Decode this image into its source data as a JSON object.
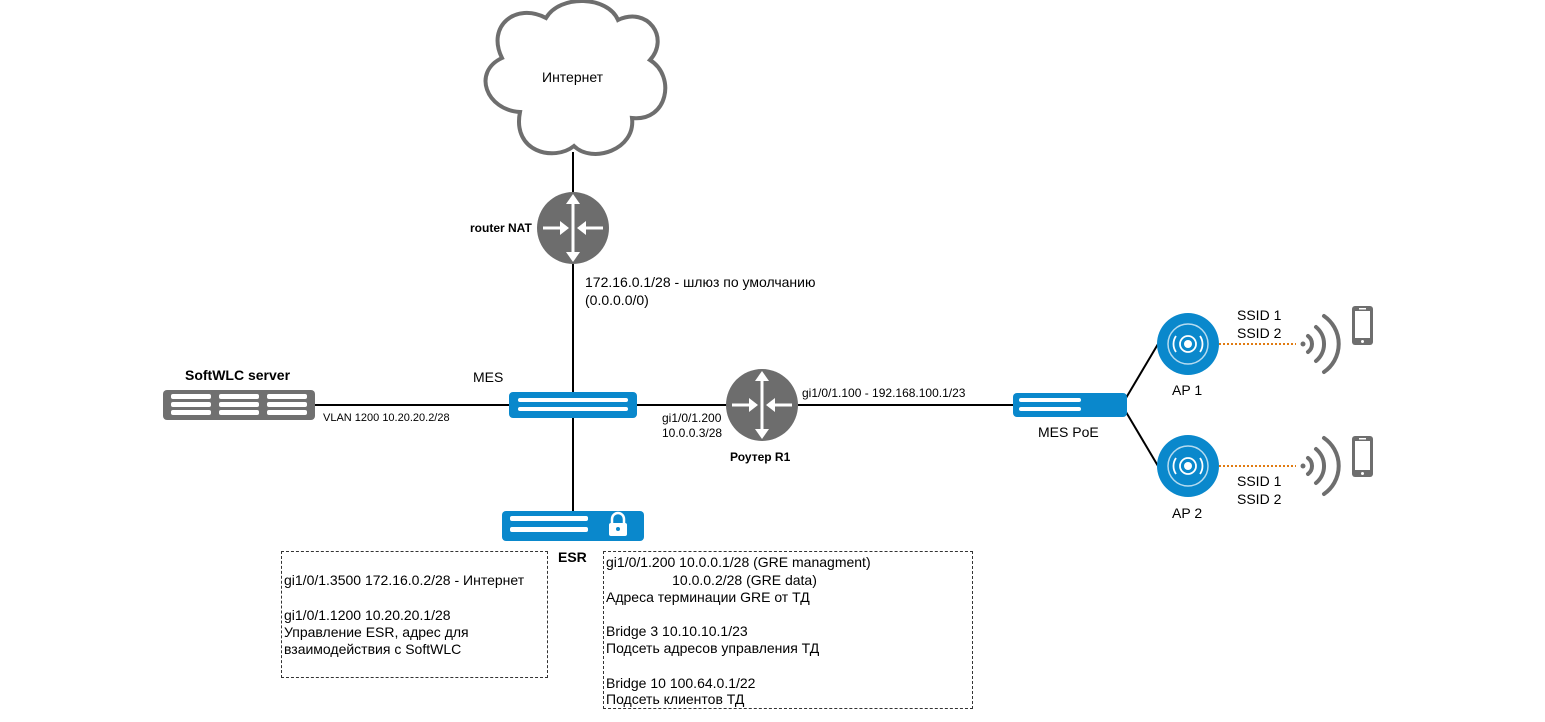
{
  "nodes": {
    "internet": "Интернет",
    "router_nat": "router NAT",
    "softwlc": "SoftWLC server",
    "mes": "MES",
    "router_r1": "Роутер R1",
    "mes_poe": "MES PoE",
    "esr": "ESR",
    "ap1": "AP 1",
    "ap2": "AP 2"
  },
  "links": {
    "nat_gw_1": "172.16.0.1/28 - шлюз по умолчанию",
    "nat_gw_2": "(0.0.0.0/0)",
    "vlan1200": "VLAN 1200 10.20.20.2/28",
    "r1_left_1": "gi1/0/1.200",
    "r1_left_2": "10.0.0.3/28",
    "r1_right": "gi1/0/1.100 - 192.168.100.1/23"
  },
  "ssid": {
    "ap1": [
      "SSID 1",
      "SSID 2"
    ],
    "ap2": [
      "SSID 1",
      "SSID 2"
    ]
  },
  "esr_box_left": [
    "gi1/0/1.3500 172.16.0.2/28 - Интернет",
    "",
    "gi1/0/1.1200 10.20.20.1/28",
    "Управление ESR, адрес для",
    "взаимодействия с SoftWLC"
  ],
  "esr_box_right": [
    "gi1/0/1.200 10.0.0.1/28 (GRE managment)",
    "                 10.0.0.2/28 (GRE data)",
    "Адреса терминации GRE от ТД",
    "",
    "Bridge 3 10.10.10.1/23",
    "Подсеть адресов управления ТД",
    "",
    "Bridge 10 100.64.0.1/22",
    "Подсеть клиентов ТД"
  ],
  "colors": {
    "device_blue": "#0a88cc",
    "device_gray": "#707070",
    "router_gray": "#6d6d6d",
    "cloud_stroke": "#6e6e6e",
    "wireless_link": "#e07b12"
  },
  "icons": [
    "cloud-icon",
    "router-icon",
    "server-icon",
    "switch-icon",
    "firewall-lock-icon",
    "access-point-icon",
    "wifi-signal-icon",
    "phone-icon"
  ]
}
